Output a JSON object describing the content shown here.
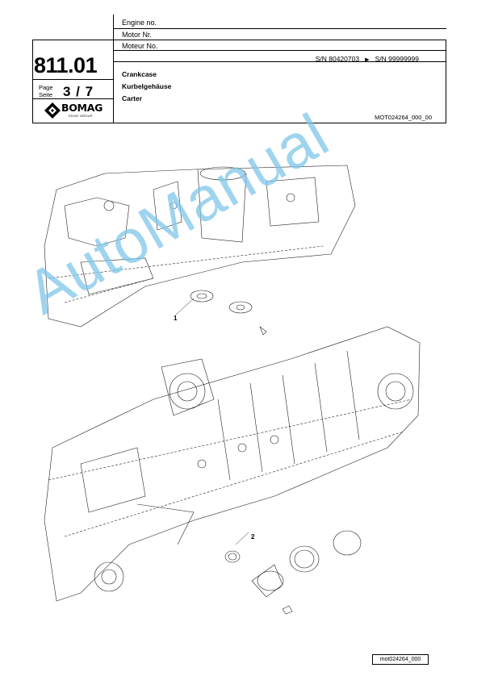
{
  "header": {
    "engine_no": "Engine no.",
    "motor_nr": "Motor Nr.",
    "moteur_no": "Moteur No.",
    "serial_from": "S/N 80420703",
    "serial_arrow": "▶",
    "serial_to": "S/N 99999999",
    "catalog_no": "811.01",
    "page_label_en": "Page",
    "page_label_de": "Seite",
    "page_number": "3 / 7",
    "title_en": "Crankcase",
    "title_de": "Kurbelgehäuse",
    "title_fr": "Carter",
    "document_id": "MOT024264_000_00"
  },
  "logo": {
    "brand": "BOMAG",
    "group": "FAYAT GROUP"
  },
  "drawing": {
    "callouts": [
      "1",
      "2"
    ],
    "image_ref": "mot024264_000"
  },
  "watermark": {
    "text": "AutoManual",
    "color": "#7fc6ea"
  }
}
